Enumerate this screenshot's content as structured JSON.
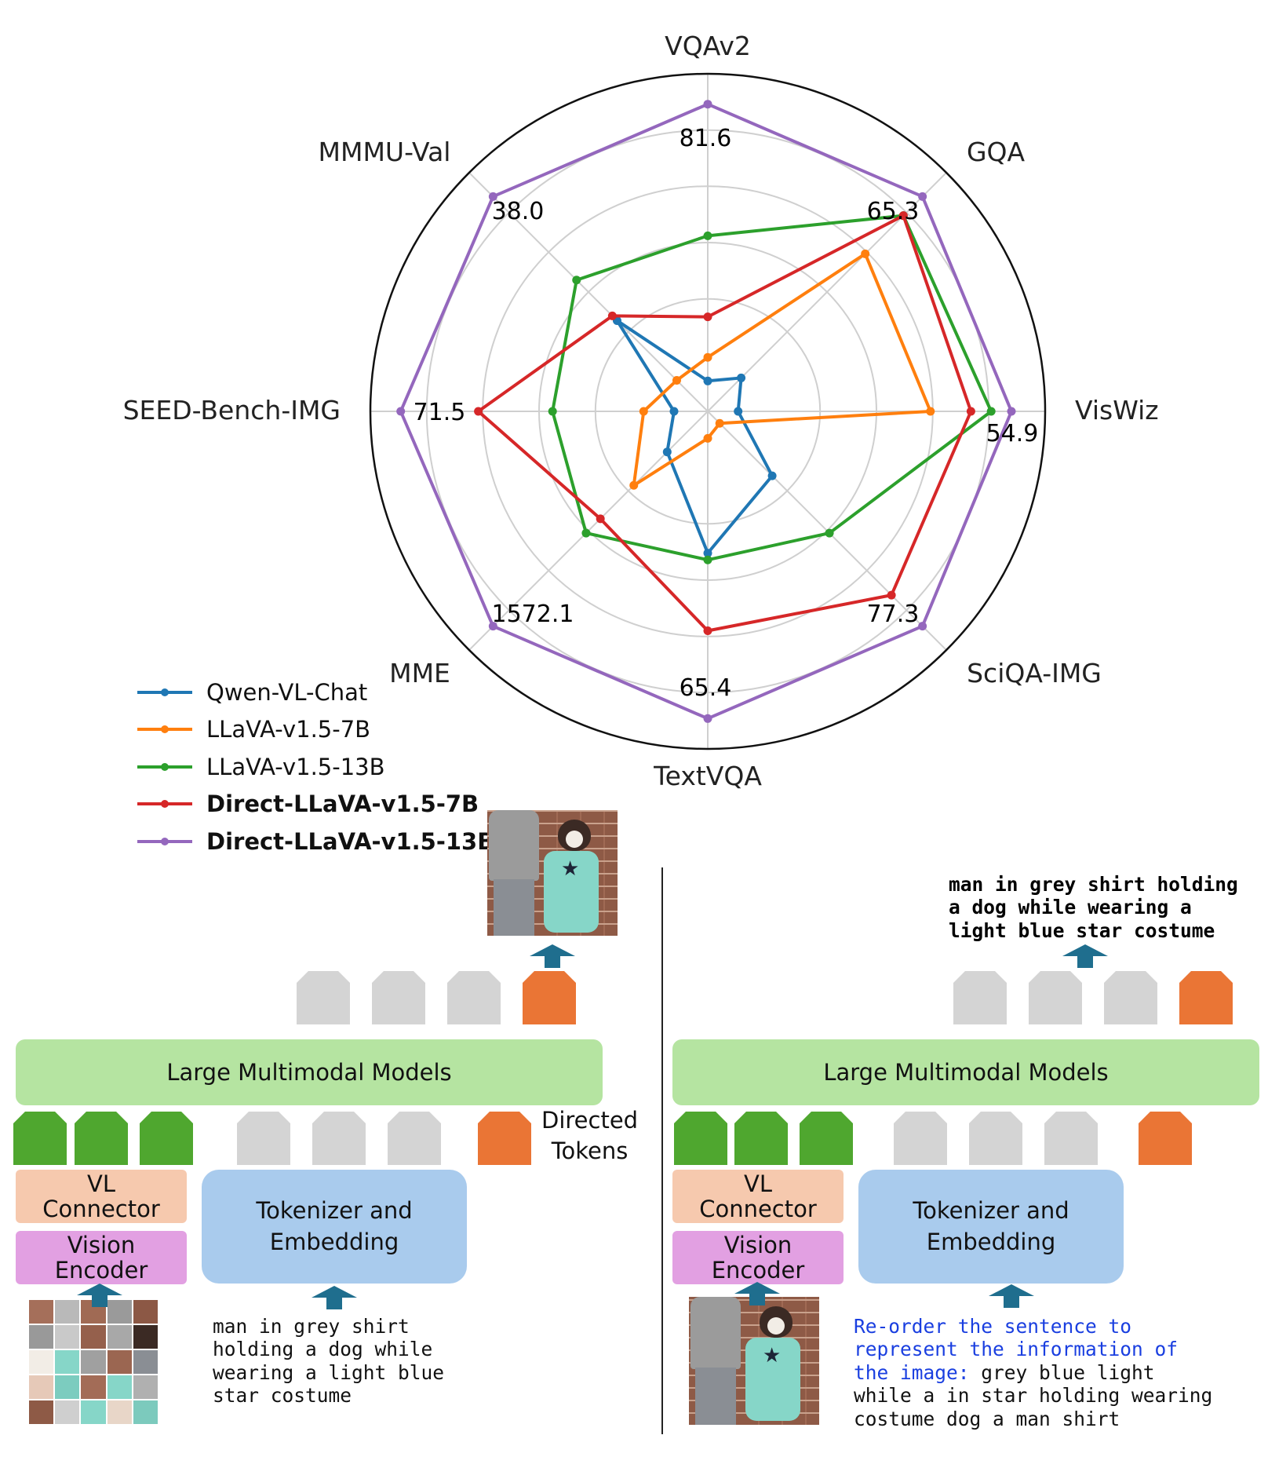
{
  "chart_data": {
    "type": "radar",
    "axes": [
      "VQAv2",
      "GQA",
      "VisWiz",
      "SciQA-IMG",
      "TextVQA",
      "MME",
      "SEED-Bench-IMG",
      "MMMU-Val"
    ],
    "value_labels": [
      "81.6",
      "65.3",
      "54.9",
      "77.3",
      "65.4",
      "1572.1",
      "71.5",
      "38.0"
    ],
    "rlim": [
      0,
      1
    ],
    "grid": true,
    "legend_position": "bottom-left",
    "series": [
      {
        "name": "Qwen-VL-Chat",
        "color": "#1f77b4",
        "bold": false,
        "values": [
          0.09,
          0.14,
          0.09,
          0.27,
          0.42,
          0.17,
          0.1,
          0.38
        ]
      },
      {
        "name": "LLaVA-v1.5-7B",
        "color": "#ff7f0e",
        "bold": false,
        "values": [
          0.16,
          0.66,
          0.66,
          0.05,
          0.08,
          0.31,
          0.19,
          0.13
        ]
      },
      {
        "name": "LLaVA-v1.5-13B",
        "color": "#2ca02c",
        "bold": false,
        "values": [
          0.52,
          0.82,
          0.84,
          0.51,
          0.44,
          0.51,
          0.46,
          0.55
        ]
      },
      {
        "name": "Direct-LLaVA-v1.5-7B",
        "color": "#d62728",
        "bold": true,
        "values": [
          0.28,
          0.82,
          0.78,
          0.77,
          0.65,
          0.45,
          0.68,
          0.4
        ]
      },
      {
        "name": "Direct-LLaVA-v1.5-13B",
        "color": "#9467bd",
        "bold": true,
        "values": [
          0.91,
          0.9,
          0.9,
          0.9,
          0.91,
          0.9,
          0.91,
          0.9
        ]
      }
    ]
  },
  "diagram": {
    "left": {
      "lmm_label": "Large Multimodal Models",
      "vl_connector_label": "VL\nConnector",
      "vision_encoder_label": "Vision\nEncoder",
      "tokenizer_label": "Tokenizer and\nEmbedding",
      "directed_tokens_label": "Directed\nTokens",
      "input_text": "man in grey shirt\nholding a dog while\nwearing a light blue\nstar costume"
    },
    "right": {
      "lmm_label": "Large Multimodal Models",
      "vl_connector_label": "VL\nConnector",
      "vision_encoder_label": "Vision\nEncoder",
      "tokenizer_label": "Tokenizer and\nEmbedding",
      "output_text": "man in grey shirt holding\na dog while wearing a\nlight blue star costume",
      "instruction_text": "Re-order the sentence to\nrepresent the information of\nthe image:",
      "shuffled_text": " grey blue light\nwhile a in star holding wearing\ncostume dog a man shirt"
    },
    "colors": {
      "lmm": "#b5e4a1",
      "vl_connector": "#f6c9ae",
      "vision_encoder": "#e2a0e2",
      "tokenizer": "#a9cbed",
      "visual_token": "#4fa72f",
      "text_token": "#d4d4d4",
      "directed_token": "#ea7535",
      "arrow": "#1f6e8e",
      "instruction_text": "#1a3fe0"
    }
  }
}
